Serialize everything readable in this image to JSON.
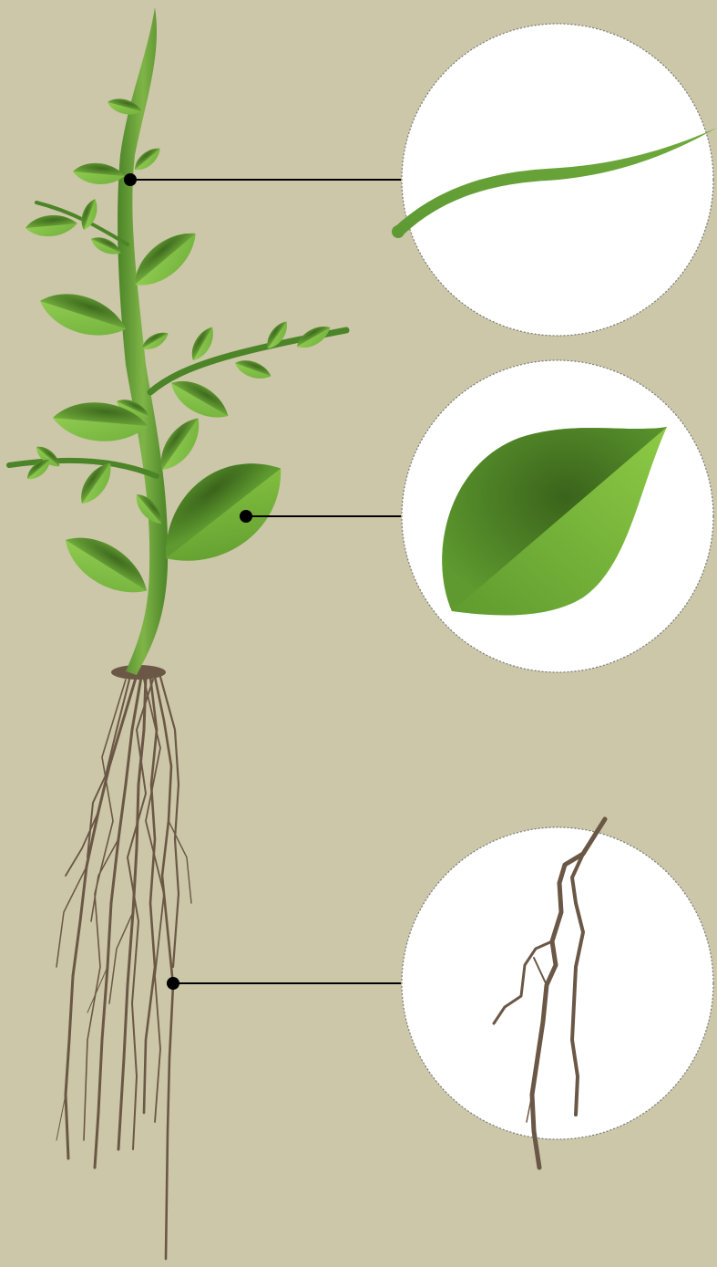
{
  "diagram": {
    "subject": "plant-parts",
    "parts": [
      {
        "id": "stem",
        "icon": "stem-icon"
      },
      {
        "id": "leaf",
        "icon": "leaf-icon"
      },
      {
        "id": "root",
        "icon": "root-icon"
      }
    ]
  },
  "colors": {
    "background": "#CBC7A8",
    "stem": "#5E9A33",
    "stem_dark": "#3F6E22",
    "leaf_light": "#8CC84B",
    "leaf_dark": "#3E6B1E",
    "root": "#6B5745",
    "root_dark": "#4E3E30",
    "callout_bg": "#FFFFFF",
    "callout_border": "#7A7A7A",
    "pointer": "#000000"
  }
}
